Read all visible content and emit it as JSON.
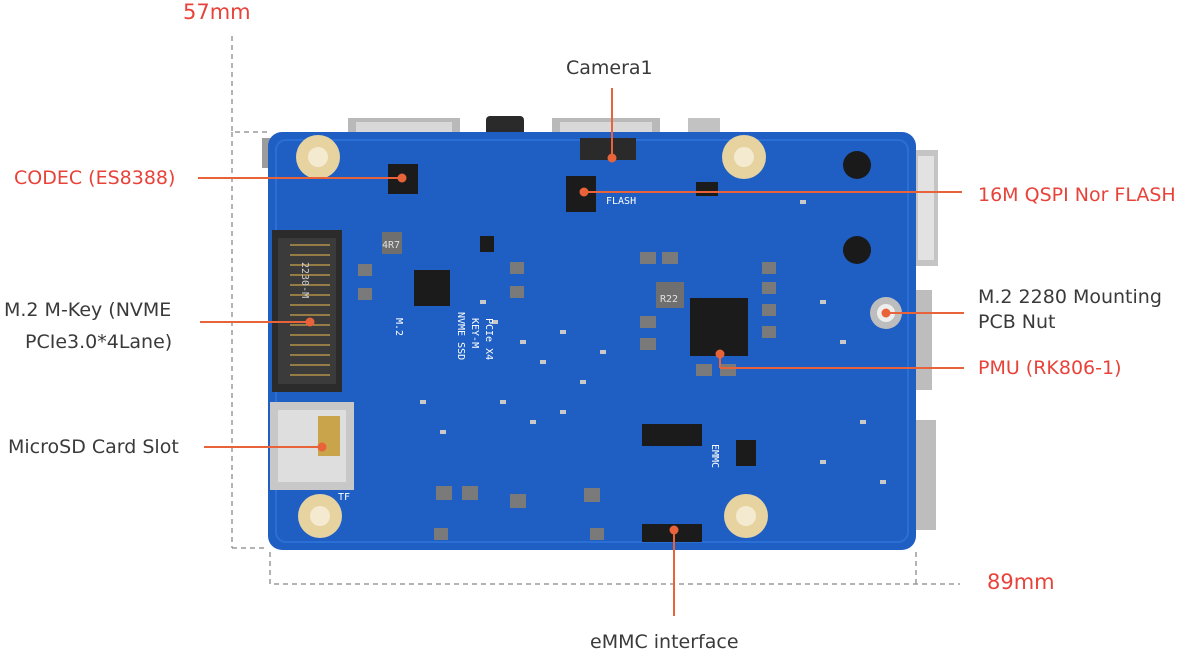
{
  "dimensions": {
    "height_label": "57mm",
    "width_label": "89mm"
  },
  "labels": {
    "camera": "Camera1",
    "codec": "CODEC (ES8388)",
    "flash": "16M QSPI Nor FLASH",
    "m2_line1": "M.2 M-Key (NVME",
    "m2_line2": "PCIe3.0*4Lane)",
    "mount_line1": "M.2 2280 Mounting",
    "mount_line2": "PCB Nut",
    "microsd": "MicroSD Card Slot",
    "pmu": "PMU (RK806-1)",
    "emmc": "eMMC interface"
  },
  "silkscreen": {
    "nvme": "NVME SSD",
    "key": "KEY-M",
    "pcie": "PCIe X4",
    "m2": "M.2",
    "slot_size": "2230-M",
    "flash": "FLASH",
    "emmc": "EMMC",
    "tf": "TF",
    "r22": "R22",
    "r47": "4R7"
  },
  "colors": {
    "label_red": "#e8433a",
    "label_grey": "#3a3a3a",
    "leader": "#e8633a",
    "pcb_blue": "#1f5fc4",
    "dimension_line": "#9a9a9a"
  }
}
